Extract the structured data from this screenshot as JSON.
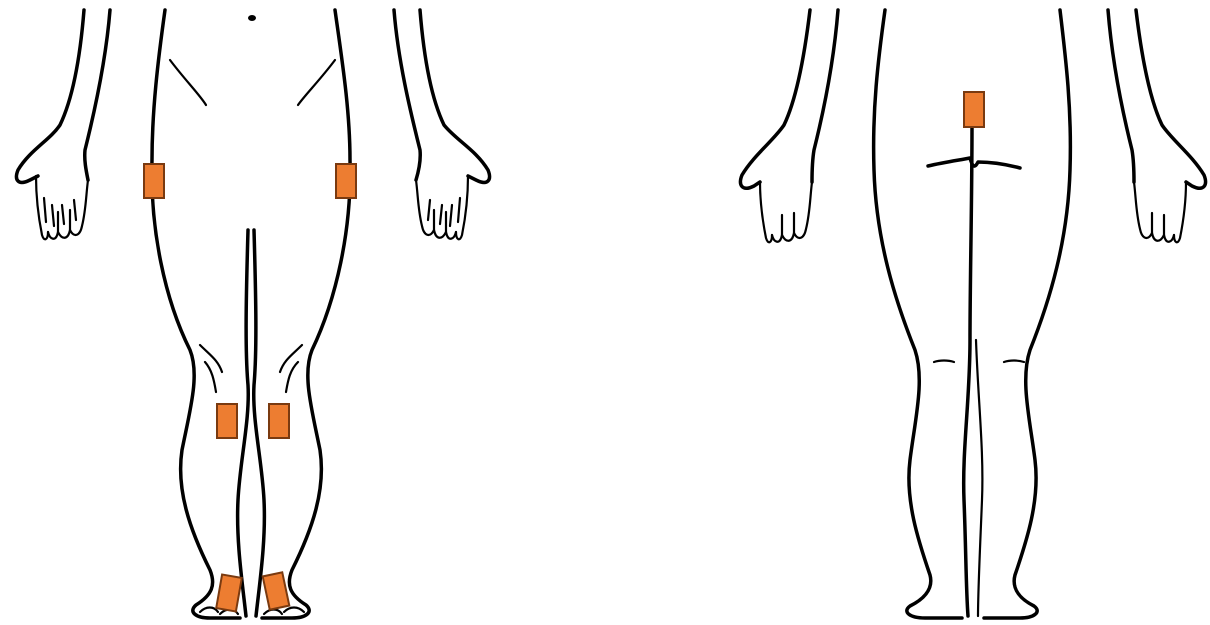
{
  "colors": {
    "outline": "#000000",
    "marker_fill": "#ed7d31",
    "marker_stroke": "#7a3a10",
    "background": "#ffffff"
  },
  "views": [
    {
      "name": "front",
      "markers": [
        {
          "site": "right-hip"
        },
        {
          "site": "left-hip"
        },
        {
          "site": "right-knee"
        },
        {
          "site": "left-knee"
        },
        {
          "site": "right-ankle"
        },
        {
          "site": "left-ankle"
        }
      ]
    },
    {
      "name": "back",
      "markers": [
        {
          "site": "lower-back"
        }
      ]
    }
  ]
}
